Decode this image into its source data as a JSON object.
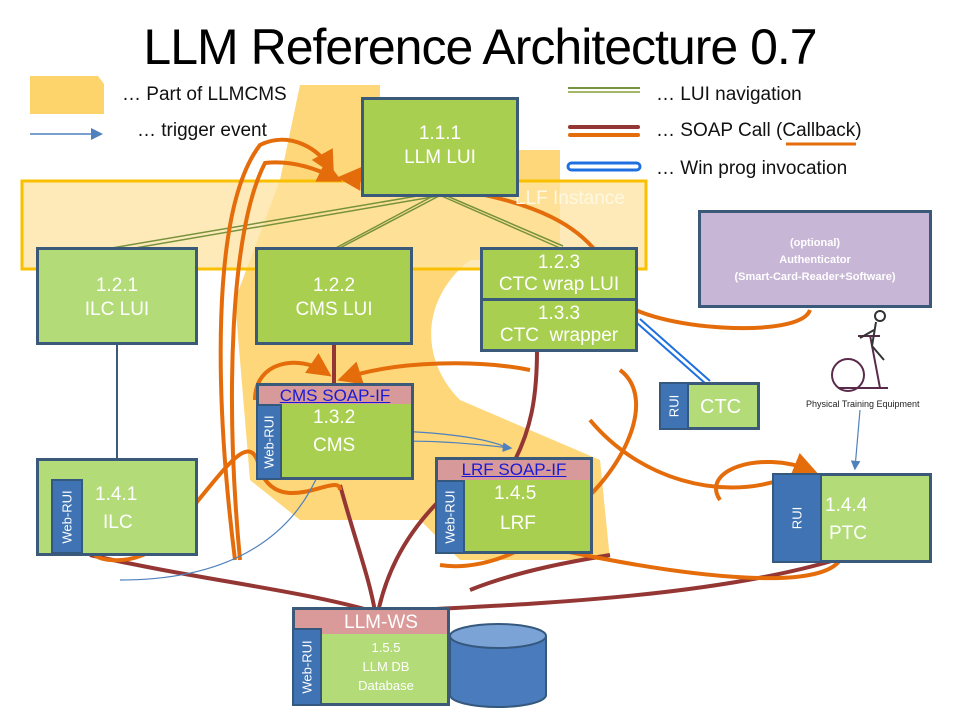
{
  "title": "LLM Reference Architecture 0.7",
  "legend": {
    "part_of_llmcms": "… Part of LLMCMS",
    "trigger_event": "… trigger event",
    "lui_navigation": "… LUI navigation",
    "soap_call": "… SOAP Call (",
    "soap_callback": "Callback",
    "soap_close": ")",
    "win_prog": "… Win prog invocation"
  },
  "colors": {
    "llmcms_area": "#fdd36b",
    "component_green": "#a8cf50",
    "component_light_green": "#b3dc79",
    "border_blue": "#3b5a7a",
    "rui_blue": "#3f73b3",
    "soap_pink": "#d79999",
    "soap_call": "#943634",
    "soap_callback": "#e46c0a",
    "lui_nav": "#76923c",
    "trigger": "#4f81bd",
    "win_prog": "#1f6fe0",
    "authenticator": "#c8b6d6"
  },
  "band": {
    "label": "LLF Instance"
  },
  "components": {
    "llm_lui": {
      "id": "1.1.1",
      "name": "LLM LUI"
    },
    "ilc_lui": {
      "id": "1.2.1",
      "name": "ILC LUI"
    },
    "cms_lui": {
      "id": "1.2.2",
      "name": "CMS LUI"
    },
    "ctc_wrap_lui": {
      "id": "1.2.3",
      "name": "CTC wrap LUI"
    },
    "ctc_wrapper": {
      "id": "1.3.3",
      "name": "CTC  wrapper"
    },
    "cms": {
      "id": "1.3.2",
      "name": "CMS",
      "soap_if": "CMS SOAP-IF",
      "rui": "Web-RUI"
    },
    "lrf": {
      "id": "1.4.5",
      "name": "LRF",
      "soap_if": "LRF SOAP-IF",
      "rui": "Web-RUI"
    },
    "ilc": {
      "id": "1.4.1",
      "name": "ILC",
      "rui": "Web-RUI"
    },
    "ctc": {
      "name": "CTC",
      "rui": "RUI"
    },
    "ptc": {
      "id": "1.4.4",
      "name": "PTC",
      "rui": "RUI"
    },
    "llm_db": {
      "id": "1.5.5",
      "name": "LLM DB",
      "type": "Database",
      "ws": "LLM-WS",
      "rui": "Web-RUI"
    },
    "authenticator": {
      "line1": "(optional)",
      "line2": "Authenticator",
      "line3": "(Smart-Card-Reader+Software)"
    },
    "equipment": {
      "caption": "Physical Training Equipment"
    }
  }
}
